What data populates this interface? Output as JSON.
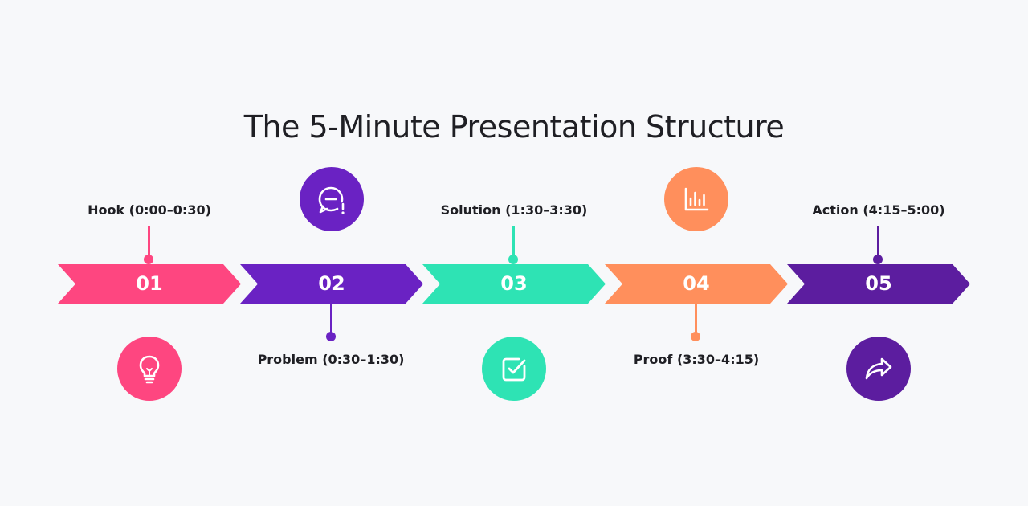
{
  "title": "The 5-Minute Presentation Structure",
  "colors": {
    "pink": "#fe4680",
    "purple": "#6a22c3",
    "teal": "#2ee3b4",
    "orange": "#ff8f5c",
    "violet": "#5c1d9f",
    "text": "#1f1f24",
    "background": "#f7f8fa"
  },
  "steps": [
    {
      "number": "01",
      "label": "Hook (0:00–0:30)",
      "icon": "lightbulb-icon",
      "color": "#fe4680"
    },
    {
      "number": "02",
      "label": "Problem (0:30–1:30)",
      "icon": "speech-bubble-alert-icon",
      "color": "#6a22c3"
    },
    {
      "number": "03",
      "label": "Solution (1:30–3:30)",
      "icon": "checkbox-icon",
      "color": "#2ee3b4"
    },
    {
      "number": "04",
      "label": "Proof (3:30–4:15)",
      "icon": "bar-chart-icon",
      "color": "#ff8f5c"
    },
    {
      "number": "05",
      "label": "Action (4:15–5:00)",
      "icon": "share-arrow-icon",
      "color": "#5c1d9f"
    }
  ]
}
